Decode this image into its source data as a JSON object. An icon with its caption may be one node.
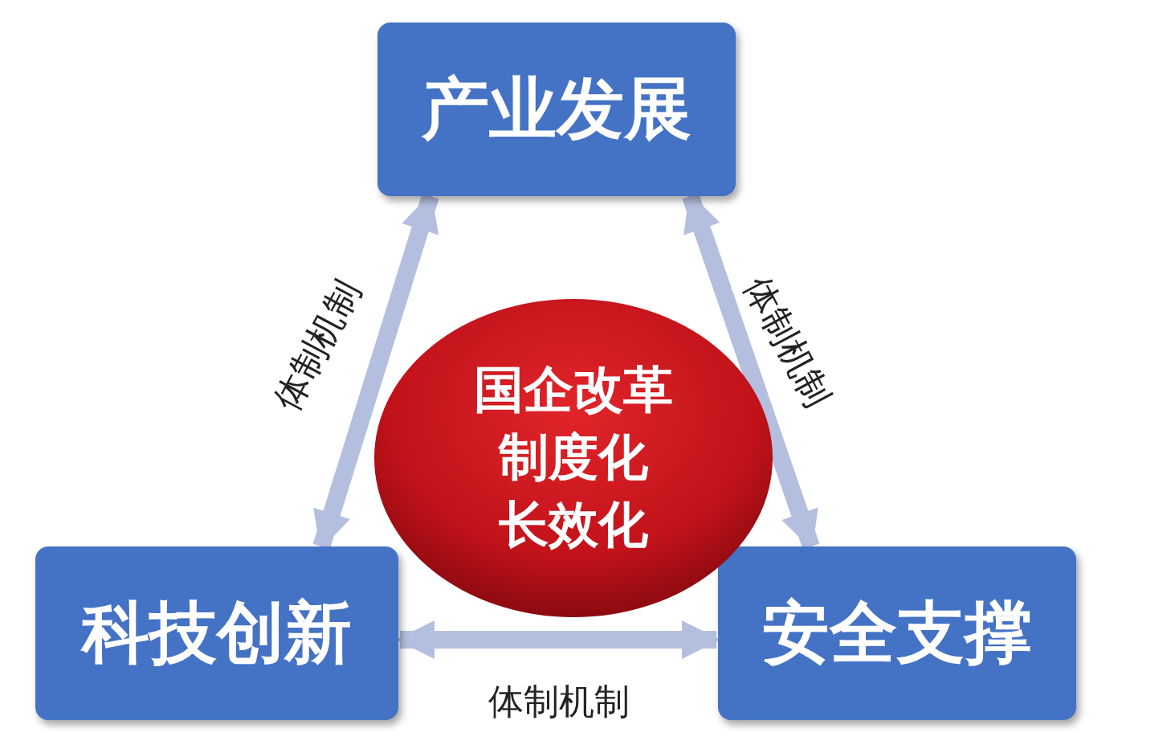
{
  "diagram": {
    "nodes": [
      {
        "text": [
          "产业发展"
        ]
      },
      {
        "text": [
          "科技创新"
        ]
      },
      {
        "text": [
          "安全支撑"
        ]
      },
      {
        "text": [
          "国企改革",
          "制度化",
          "长效化"
        ]
      }
    ],
    "edges": [
      {
        "from": 1,
        "to": 0,
        "arrow": "both",
        "label": "体制机制"
      },
      {
        "from": 0,
        "to": 2,
        "arrow": "both",
        "label": "体制机制"
      },
      {
        "from": 1,
        "to": 2,
        "arrow": "both",
        "label": "体制机制"
      }
    ]
  }
}
